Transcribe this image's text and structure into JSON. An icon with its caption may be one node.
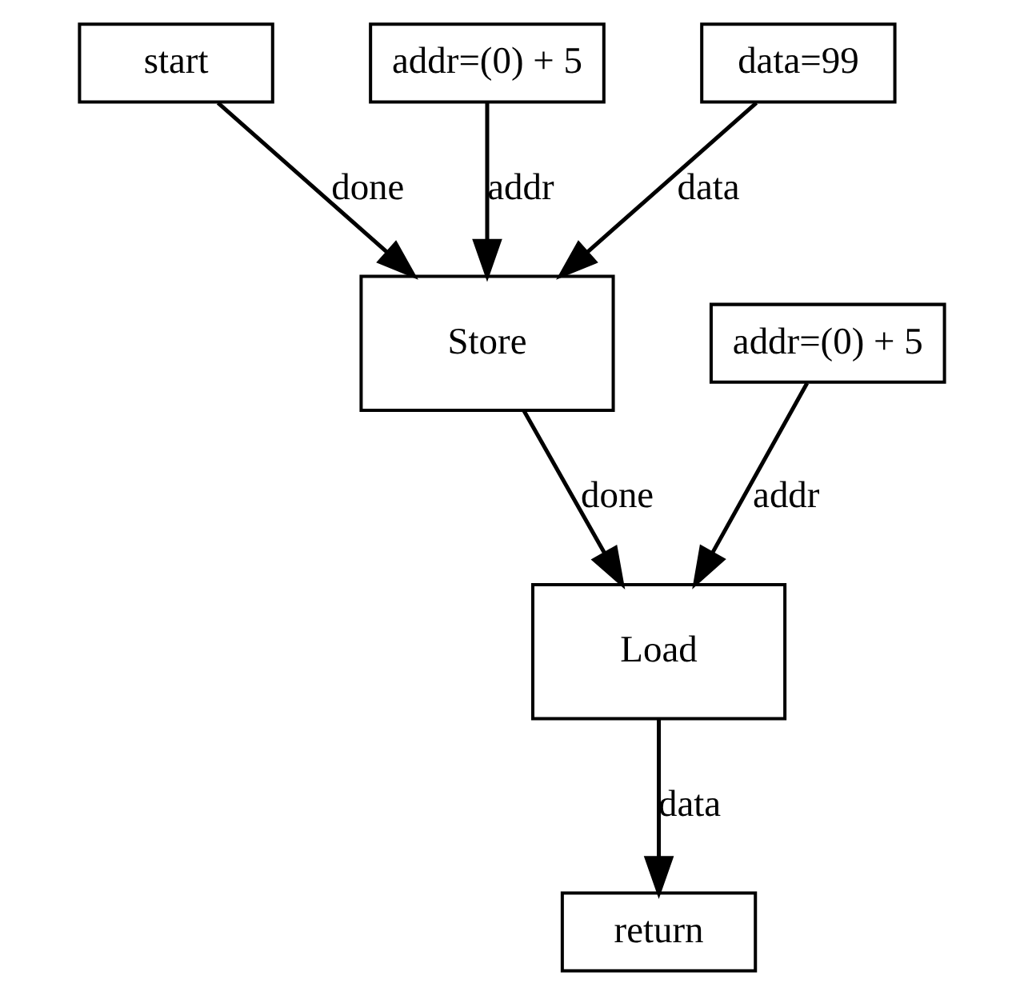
{
  "diagram": {
    "nodes": [
      {
        "text": [
          "start"
        ]
      },
      {
        "text": [
          "addr=(0) + 5"
        ]
      },
      {
        "text": [
          "data=99"
        ]
      },
      {
        "text": [
          "Store"
        ]
      },
      {
        "text": [
          "addr=(0) + 5"
        ]
      },
      {
        "text": [
          "Load"
        ]
      },
      {
        "text": [
          "return"
        ]
      }
    ],
    "edges": [
      {
        "from": 1,
        "to": 3,
        "arrow": "to",
        "label": "addr"
      },
      {
        "from": 0,
        "to": 3,
        "arrow": "to",
        "label": "done"
      },
      {
        "from": 2,
        "to": 3,
        "arrow": "to",
        "label": "data"
      },
      {
        "from": 3,
        "to": 5,
        "arrow": "to",
        "label": "done"
      },
      {
        "from": 4,
        "to": 5,
        "arrow": "to",
        "label": "addr"
      },
      {
        "from": 5,
        "to": 6,
        "arrow": "to",
        "label": "data"
      }
    ]
  }
}
